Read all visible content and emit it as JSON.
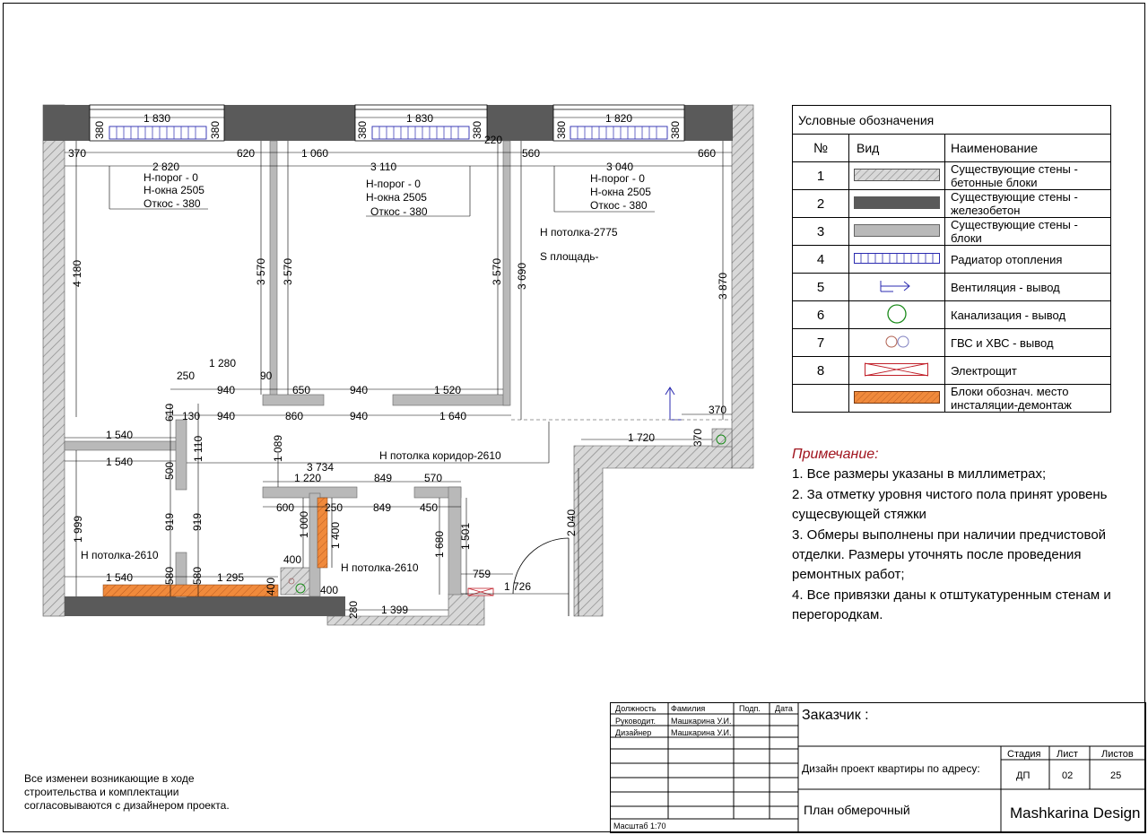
{
  "plan": {
    "dims_top": [
      "1 830",
      "1 820",
      "380",
      "370",
      "620",
      "1 060",
      "220",
      "560",
      "660",
      "2 820",
      "3 110",
      "3 040"
    ],
    "window_notes": [
      [
        "Н-порог - 0",
        "Н-окна 2505",
        "Откос - 380"
      ],
      [
        "Н-порог - 0",
        "Н-окна 2505",
        "Откос - 380"
      ],
      [
        "Н-порог - 0",
        "Н-окна 2505",
        "Откос - 380"
      ]
    ],
    "ceiling_main": "Н потолка-2775",
    "area": "S площадь-",
    "ceiling_corridor": "Н потолка коридор-2610",
    "ceiling_left": "Н потолка-2610",
    "ceiling_mid": "Н потолка-2610",
    "dims_vertical": [
      "4 180",
      "3 570",
      "3 690",
      "3 870",
      "1 110",
      "1 089",
      "919",
      "1 000",
      "1 400",
      "1 680",
      "1 501",
      "2 040",
      "1 999",
      "500",
      "610",
      "580"
    ],
    "dims_horizontal": [
      "1 280",
      "250",
      "90",
      "940",
      "650",
      "1 520",
      "130",
      "860",
      "1 640",
      "1 540",
      "3 734",
      "849",
      "570",
      "1 220",
      "600",
      "450",
      "1 295",
      "759",
      "1 726",
      "1 399",
      "280",
      "400",
      "1 720"
    ]
  },
  "legend": {
    "title": "Условные обозначения",
    "col_num": "№",
    "col_view": "Вид",
    "col_name": "Наименование",
    "rows": [
      {
        "num": "1",
        "name": "Существующие стены - бетонные блоки",
        "icon": "hatched-wall-icon"
      },
      {
        "num": "2",
        "name": "Существующие стены - железобетон",
        "icon": "concrete-wall-icon"
      },
      {
        "num": "3",
        "name": "Существующие стены - блоки",
        "icon": "block-wall-icon"
      },
      {
        "num": "4",
        "name": "Радиатор отопления",
        "icon": "radiator-icon"
      },
      {
        "num": "5",
        "name": "Вентиляция - вывод",
        "icon": "ventilation-icon"
      },
      {
        "num": "6",
        "name": "Канализация - вывод",
        "icon": "sewer-icon"
      },
      {
        "num": "7",
        "name": "ГВС и ХВС - вывод",
        "icon": "water-icon"
      },
      {
        "num": "8",
        "name": "Электрощит",
        "icon": "electrical-panel-icon"
      },
      {
        "num": "",
        "name": "Блоки обознач. место инсталяции-демонтаж",
        "icon": "demolition-icon"
      }
    ]
  },
  "notes": {
    "title": "Примечание:",
    "items": [
      "1. Все размеры указаны в миллиметрах;",
      "2. За отметку уровня чистого пола принят уровень сущесвующей стяжки",
      "3. Обмеры выполнены при наличии предчистовой отделки. Размеры уточнять после проведения ремонтных работ;",
      "4. Все привязки даны к отштукатуренным стенам и перегородкам."
    ]
  },
  "changes_note": "Все изменеи возникающие в ходе строительства и комплектации согласовываются с дизайнером проекта.",
  "stamp": {
    "h_role": "Должность",
    "h_surname": "Фамилия",
    "h_sign": "Подп.",
    "h_date": "Дата",
    "r1_role": "Руководит.",
    "r1_name": "Машкарина У.И.",
    "r2_role": "Дизайнер",
    "r2_name": "Машкарина У.И.",
    "scale": "Масштаб 1:70",
    "customer": "Заказчик :",
    "project": "Дизайн проект квартиры по адресу:",
    "h_stage": "Стадия",
    "h_sheet": "Лист",
    "h_sheets": "Листов",
    "stage": "ДП",
    "sheet": "02",
    "sheets": "25",
    "drawing": "План обмерочный",
    "company": "Mashkarina Design"
  },
  "colors": {
    "concrete": "#5a5a5a",
    "block": "#b9b9b9",
    "hatch": "#8a8a8a",
    "demolition": "#f08a3c",
    "radiator": "#2b2bb0",
    "vent": "#2b2bb0",
    "sewer": "#1a8a1a",
    "elec": "#c0202a",
    "note_title": "#a0141e"
  }
}
